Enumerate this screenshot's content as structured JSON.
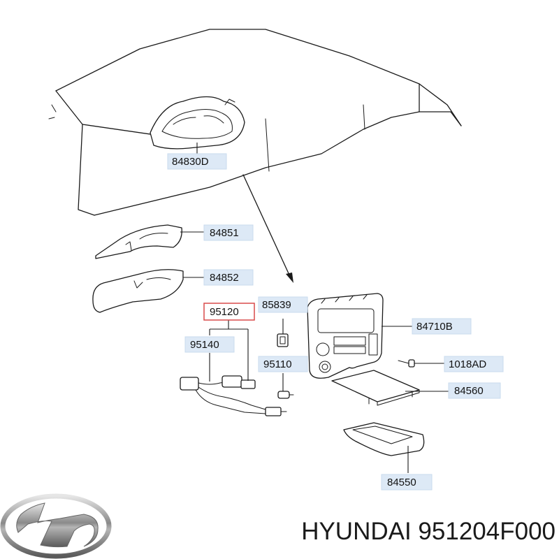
{
  "parts": {
    "p84830D": "84830D",
    "p84851": "84851",
    "p84852": "84852",
    "p95120": "95120",
    "p85839": "85839",
    "p95140": "95140",
    "p95110": "95110",
    "p84710B": "84710B",
    "p1018AD": "1018AD",
    "p84560": "84560",
    "p84550": "84550"
  },
  "highlighted_part": "95120",
  "caption": "HYUNDAI 951204F000",
  "colors": {
    "label_fill": "#dde9f6",
    "highlight_border": "#d94a4a",
    "line": "#1a1a1a"
  },
  "icons": {
    "brand_logo": "hyundai-logo-icon"
  }
}
